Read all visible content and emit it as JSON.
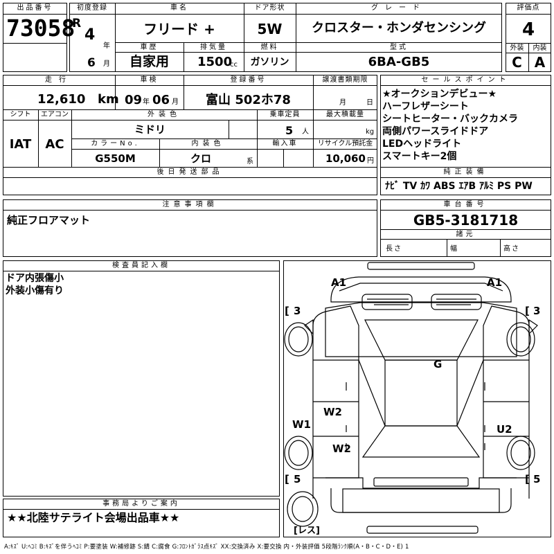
{
  "header": {
    "lot_label": "出品番号",
    "lot_no": "73058",
    "first_reg_label": "初度登録",
    "era": "R",
    "year_val": "4",
    "year_unit": "年",
    "month_val": "6",
    "month_unit": "月",
    "car_name_label": "車名",
    "car_name": "フリード +",
    "door_label": "ドア形状",
    "door": "5W",
    "grade_label": "グレード",
    "grade": "クロスター・ホンダセンシング",
    "score_label": "評価点",
    "score": "4",
    "history_label": "車歴",
    "history": "自家用",
    "displacement_label": "排気量",
    "displacement": "1500",
    "displacement_unit": "cc",
    "fuel_label": "燃料",
    "fuel": "ガソリン",
    "model_label": "型式",
    "model": "6BA-GB5",
    "exterior_label": "外装",
    "exterior_grade": "C",
    "interior_label": "内装",
    "interior_grade": "A"
  },
  "row2": {
    "mileage_label": "走行",
    "mileage": "12,610",
    "mileage_unit": "km",
    "inspection_label": "車検",
    "insp_year": "09",
    "insp_year_unit": "年",
    "insp_month": "06",
    "insp_month_unit": "月",
    "plate_label": "登録番号",
    "plate": "富山 502ホ78",
    "transfer_label": "譲渡書類期限",
    "transfer_month_unit": "月",
    "transfer_day_unit": "日",
    "shift_label": "シフト",
    "shift": "IAT",
    "ac_label": "エアコン",
    "ac": "AC",
    "exterior_color_label": "外装色",
    "exterior_color": "ミドリ",
    "capacity_label": "乗車定員",
    "capacity": "5",
    "capacity_unit": "人",
    "max_load_label": "最大積載量",
    "max_load_unit": "kg",
    "color_no_label": "カラーNo.",
    "color_no": "G550M",
    "interior_color_label": "内装色",
    "interior_color": "クロ",
    "interior_color_unit": "系",
    "import_label": "輸入車",
    "recycle_label": "リサイクル預託金",
    "recycle": "10,060",
    "recycle_unit": "円",
    "later_parts_label": "後日発送部品"
  },
  "sales_points": {
    "label": "セールスポイント",
    "items": [
      "★オークションデビュー★",
      "ハーフレザーシート",
      "シートヒーター・バックカメラ",
      "両側パワースライドドア",
      "LEDヘッドライト",
      "スマートキー2個"
    ],
    "equipment_label": "純正装備",
    "equipment": "ﾅﾋﾞ TV ｶﾜ ABS ｴｱB ｱﾙﾐ PS PW"
  },
  "notes": {
    "label": "注意事項欄",
    "text": "純正フロアマット"
  },
  "chassis": {
    "label": "車台番号",
    "number": "GB5-3181718",
    "dims_label": "諸元",
    "length_label": "長さ",
    "width_label": "幅",
    "height_label": "高さ"
  },
  "inspector": {
    "label": "検査員記入欄",
    "lines": [
      "ドア内張傷小",
      "外装小傷有り"
    ]
  },
  "office": {
    "label": "事務局よりご案内",
    "text": "★★北陸サテライト会場出品車★★"
  },
  "diagram": {
    "marks": {
      "a1_left": "A1",
      "a1_right": "A1",
      "three_left": "3",
      "three_right": "3",
      "g": "G",
      "w2_top": "W2",
      "w1": "W1",
      "u2": "U2",
      "w2_bottom": "W2",
      "five_left": "5",
      "five_right": "5",
      "less": "レス"
    }
  },
  "legend": "A:ｷｽﾞ U:ﾍｺﾐ B:ｷｽﾞを伴うﾍｺﾐ P:要塗装 W:補修跡 S:錆 C:腐食 G:ﾌﾛﾝﾄｶﾞﾗｽ点ｷｽﾞ XX:交換済み X:要交換 内・外装評価 5段階ﾗﾝｸ順(A・B・C・D・E) 1"
}
